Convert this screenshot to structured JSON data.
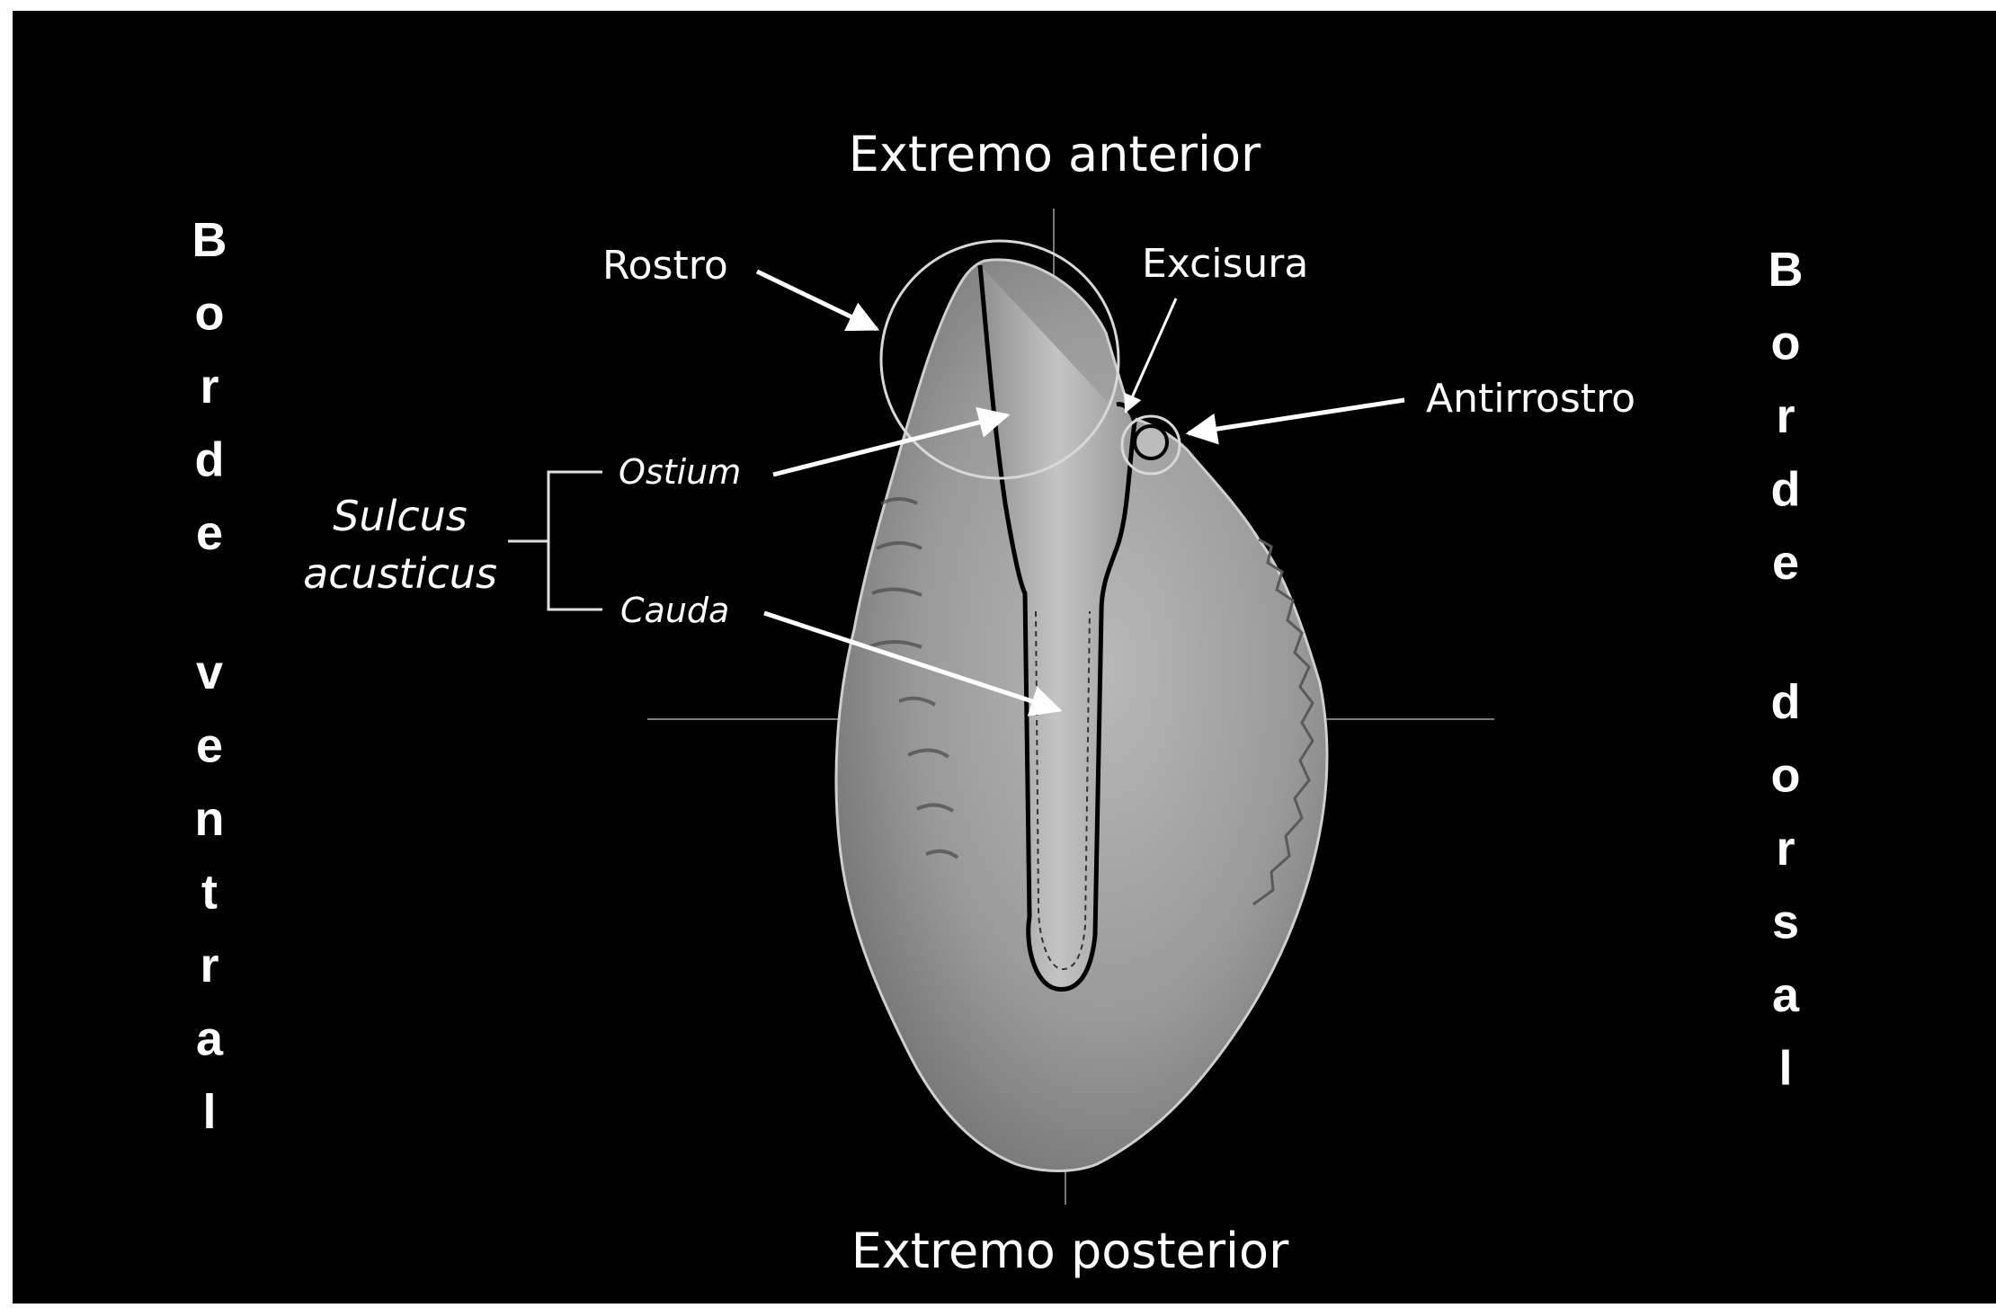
{
  "diagram": {
    "top_label": "Extremo anterior",
    "bottom_label": "Extremo posterior",
    "left_label": "Borde ventral",
    "right_label": "Borde dorsal",
    "annotations": {
      "rostro": "Rostro",
      "excisura": "Excisura",
      "antirrostro": "Antirrostro",
      "ostium": "Ostium",
      "cauda": "Cauda",
      "sulcus_line1": "Sulcus",
      "sulcus_line2": "acusticus"
    }
  },
  "colors": {
    "background": "#000000",
    "frame": "#ffffff",
    "text": "#ffffff",
    "otolith": "#9a9a9a"
  }
}
